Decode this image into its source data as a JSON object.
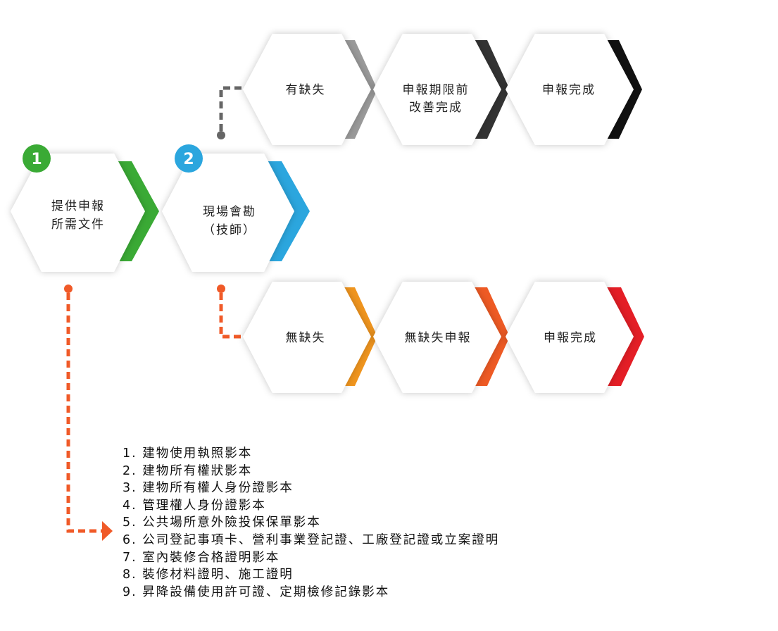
{
  "colors": {
    "green": "#3aaa35",
    "blue": "#2ba6de",
    "gray": "#9a9a9a",
    "dark_gray": "#333333",
    "black": "#111111",
    "orange": "#f0951e",
    "orange_red": "#ee5a24",
    "red": "#e41e26",
    "connector_orange": "#f05a28",
    "connector_gray": "#666666"
  },
  "steps": {
    "step1": {
      "badge": "1",
      "line1": "提供申報",
      "line2": "所需文件"
    },
    "step2": {
      "badge": "2",
      "line1": "現場會勘",
      "line2": "（技師）"
    }
  },
  "defect_path": {
    "has_defect": "有缺失",
    "improve_line1": "申報期限前",
    "improve_line2": "改善完成",
    "done": "申報完成"
  },
  "no_defect_path": {
    "no_defect": "無缺失",
    "no_defect_report": "無缺失申報",
    "done": "申報完成"
  },
  "documents": [
    "1. 建物使用執照影本",
    "2. 建物所有權狀影本",
    "3. 建物所有權人身份證影本",
    "4. 管理權人身份證影本",
    "5. 公共場所意外險投保保單影本",
    "6. 公司登記事項卡、營利事業登記證、工廠登記證或立案證明",
    "7. 室內裝修合格證明影本",
    "8. 裝修材料證明、施工證明",
    "9. 昇降設備使用許可證、定期檢修記錄影本"
  ]
}
